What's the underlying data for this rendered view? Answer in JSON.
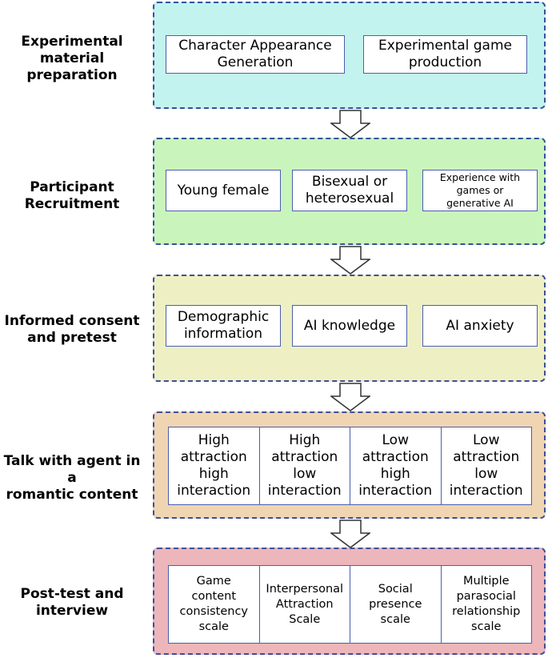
{
  "stages": [
    {
      "label": "Experimental\nmaterial\npreparation",
      "items": [
        "Character Appearance\nGeneration",
        "Experimental game\nproduction"
      ]
    },
    {
      "label": "Participant\nRecruitment",
      "items": [
        "Young female",
        "Bisexual or\nheterosexual",
        "Experience with\ngames or\ngenerative AI"
      ]
    },
    {
      "label": "Informed consent\nand pretest",
      "items": [
        "Demographic\ninformation",
        "AI knowledge",
        "AI anxiety"
      ]
    },
    {
      "label": "Talk with agent in a\nromantic content",
      "items": [
        "High\nattraction\nhigh\ninteraction",
        "High\nattraction\nlow\ninteraction",
        "Low\nattraction\nhigh\ninteraction",
        "Low\nattraction\nlow\ninteraction"
      ]
    },
    {
      "label": "Post-test and\ninterview",
      "items": [
        "Game\ncontent\nconsistency\nscale",
        "Interpersonal\nAttraction\nScale",
        "Social\npresence\nscale",
        "Multiple\nparasocial\nrelationship\nscale"
      ]
    }
  ],
  "colors": {
    "stage1": "#c2f3ef",
    "stage2": "#c9f5bd",
    "stage3": "#eef0c4",
    "stage4": "#f0d5b2",
    "stage5": "#ecb6bb",
    "border": "#3a4f9c"
  }
}
